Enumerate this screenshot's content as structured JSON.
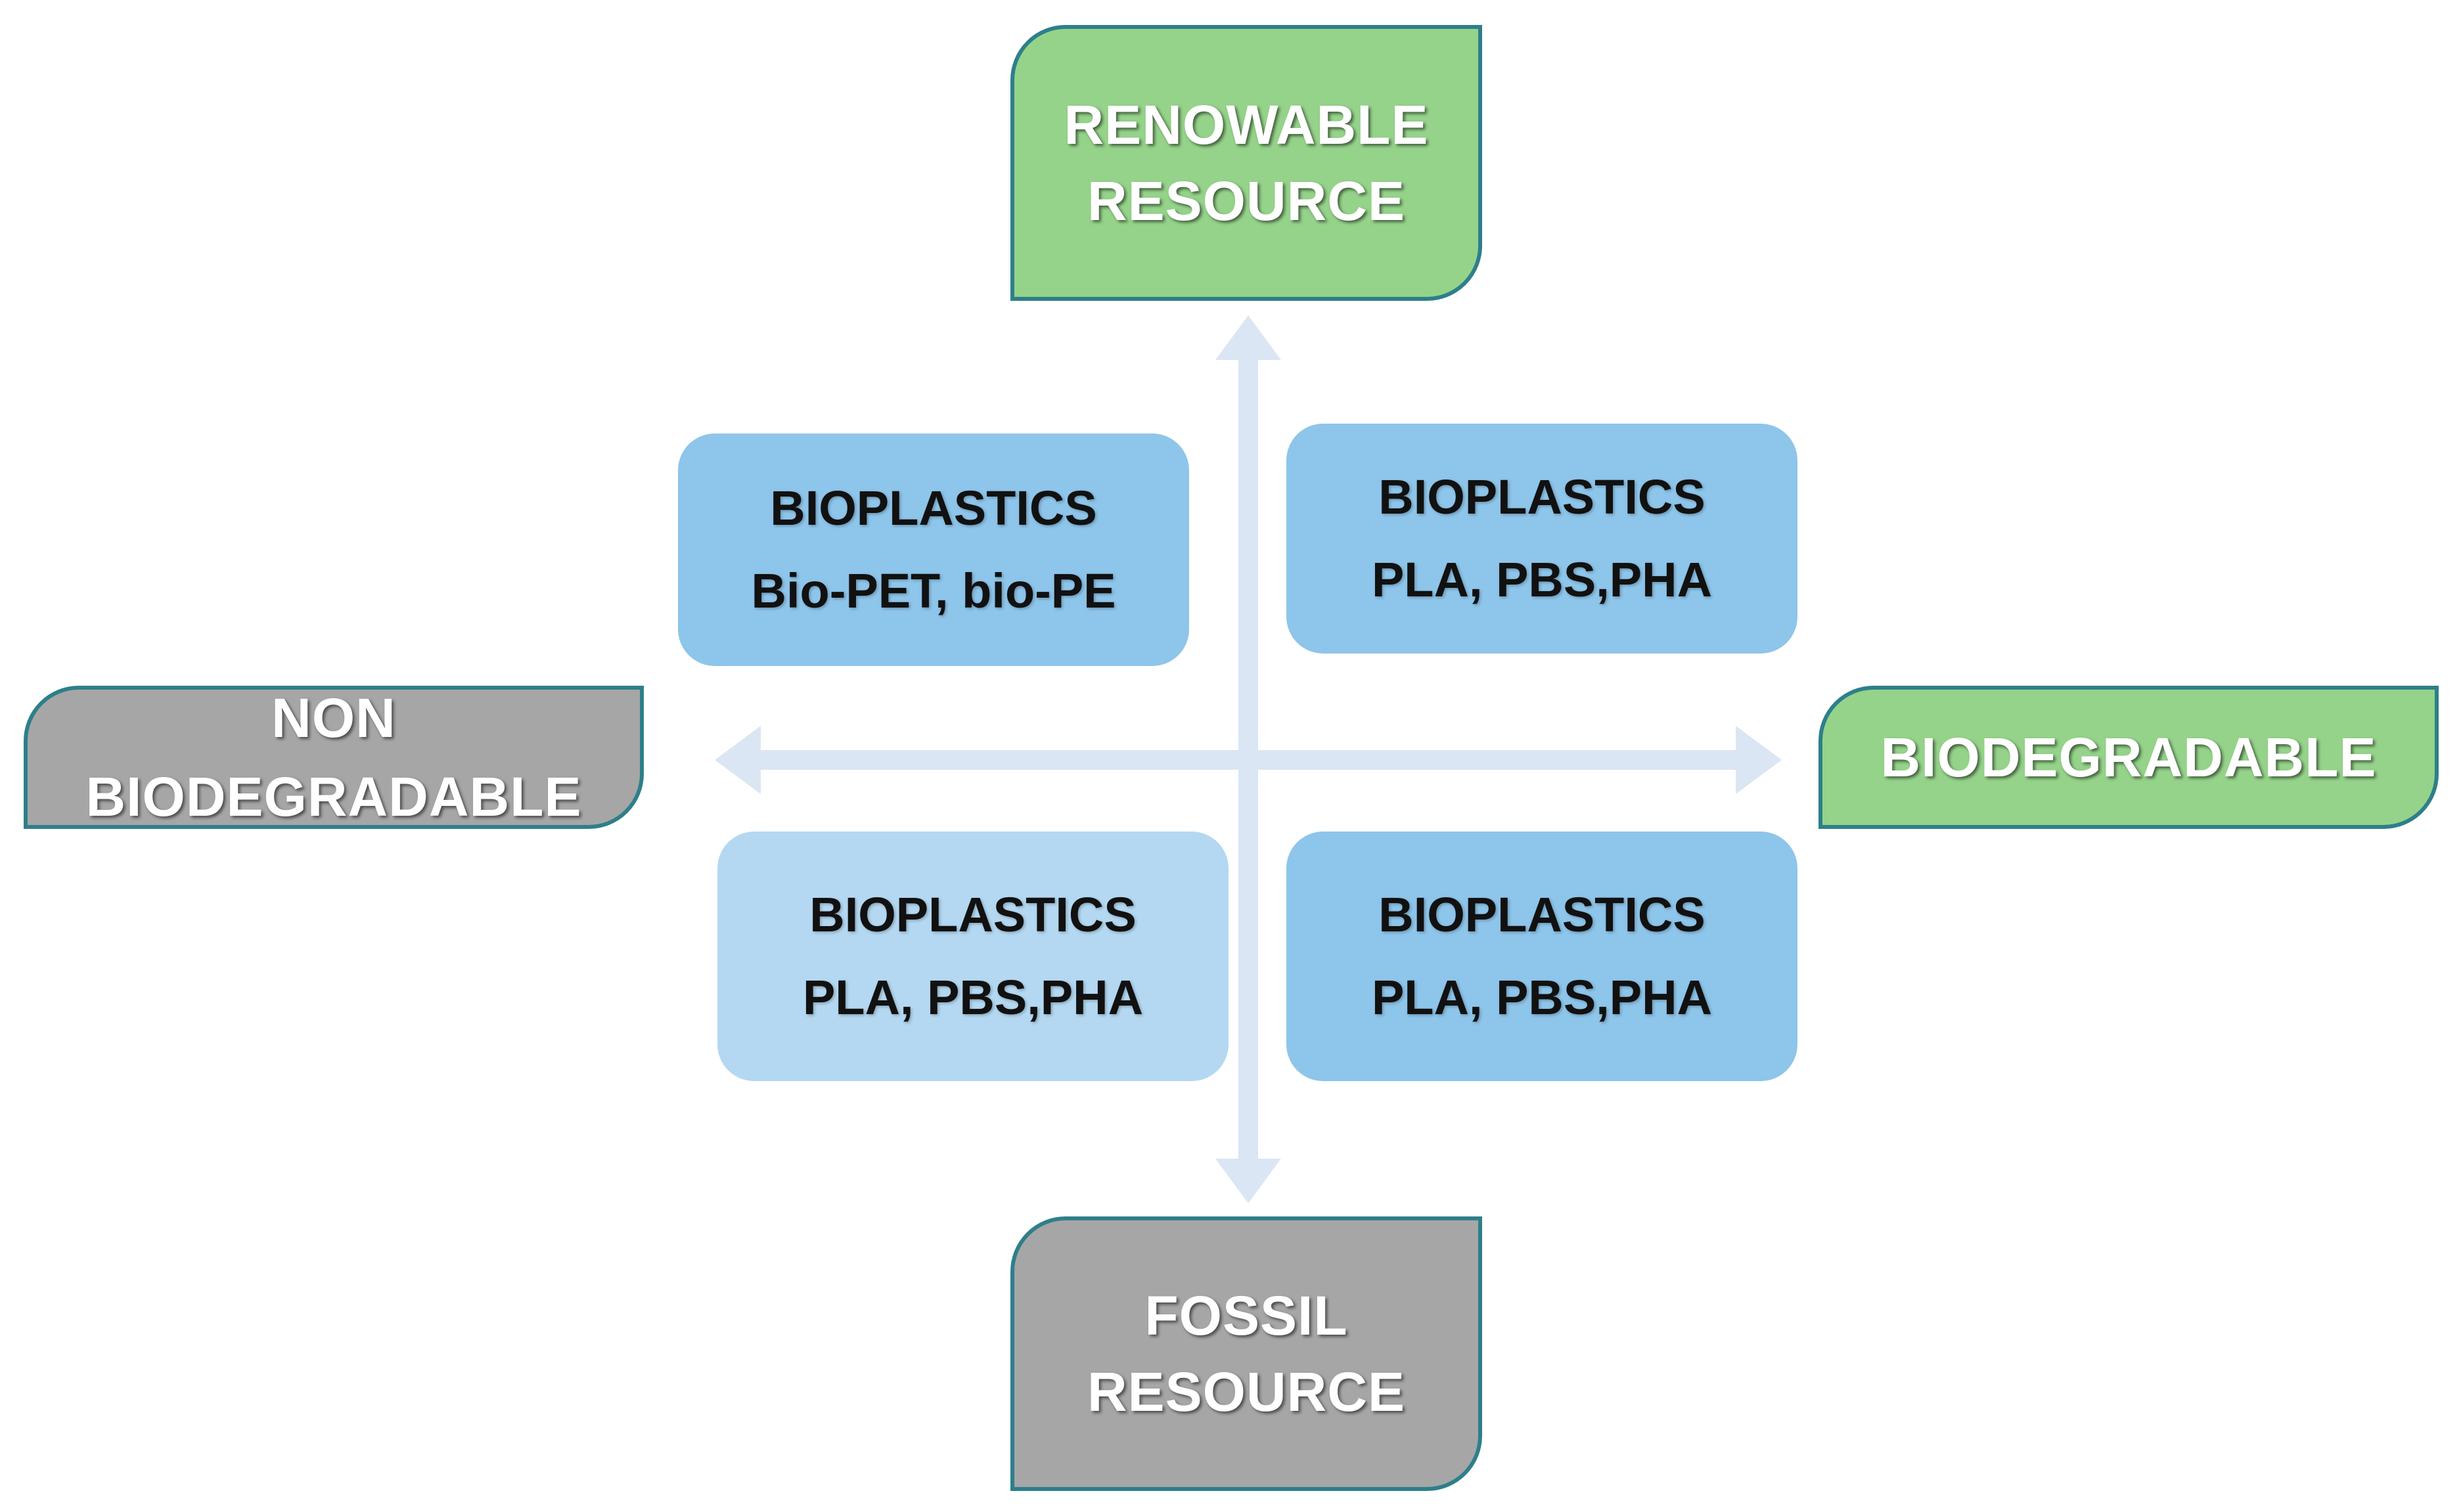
{
  "axis": {
    "top": {
      "lines": [
        "RENOWABLE",
        "RESOURCE"
      ],
      "color": "#95d38a"
    },
    "bottom": {
      "lines": [
        "FOSSIL",
        "RESOURCE"
      ],
      "color": "#a6a6a6"
    },
    "left": {
      "lines": [
        "NON",
        "BIODEGRADABLE"
      ],
      "color": "#a6a6a6"
    },
    "right": {
      "lines": [
        "BIODEGRADABLE"
      ],
      "color": "#95d38a"
    },
    "arrow_color": "#dbe6f4",
    "border_color": "#2e7f8a"
  },
  "quadrants": {
    "top_left": {
      "title": "BIOPLASTICS",
      "examples": "Bio-PET, bio-PE",
      "color": "#8ec5ea"
    },
    "top_right": {
      "title": "BIOPLASTICS",
      "examples": "PLA, PBS,PHA",
      "color": "#8ec5ea"
    },
    "bottom_left": {
      "title": "BIOPLASTICS",
      "examples": "PLA, PBS,PHA",
      "color": "#b4d8f1"
    },
    "bottom_right": {
      "title": "BIOPLASTICS",
      "examples": "PLA, PBS,PHA",
      "color": "#8ec5ea"
    }
  }
}
